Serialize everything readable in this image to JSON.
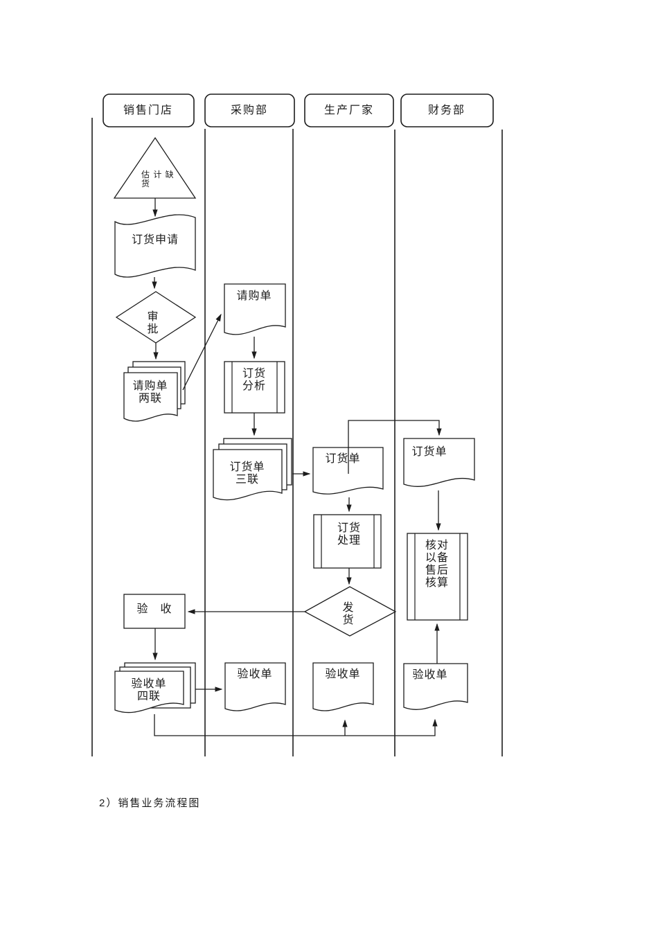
{
  "page": {
    "caption": "2）销售业务流程图"
  },
  "colors": {
    "line": "#1c1c1c",
    "background": "#ffffff"
  },
  "lanes": [
    {
      "title": "销售门店"
    },
    {
      "title": "采购部"
    },
    {
      "title": "生产厂家"
    },
    {
      "title": "财务部"
    }
  ],
  "nodes": {
    "estimate_shortage": "估 计 缺\n货",
    "order_request": "订货申请",
    "approval": "审\n批",
    "purchase_requisition_2": "请购单\n两联",
    "purchase_requisition": "请购单",
    "order_analysis": "订货\n分析",
    "order_form_3": "订货单\n三联",
    "order_form_manufacturer": "订货单",
    "order_processing": "订货\n处理",
    "shipping": "发\n货",
    "order_form_finance": "订货单",
    "reconcile_for_aftersales": "核对\n以备\n售后\n核算",
    "acceptance": "验　收",
    "acceptance_form_4": "验收单\n四联",
    "acceptance_form_purchasing": "验收单",
    "acceptance_form_manufacturer": "验收单",
    "acceptance_form_finance": "验收单"
  }
}
